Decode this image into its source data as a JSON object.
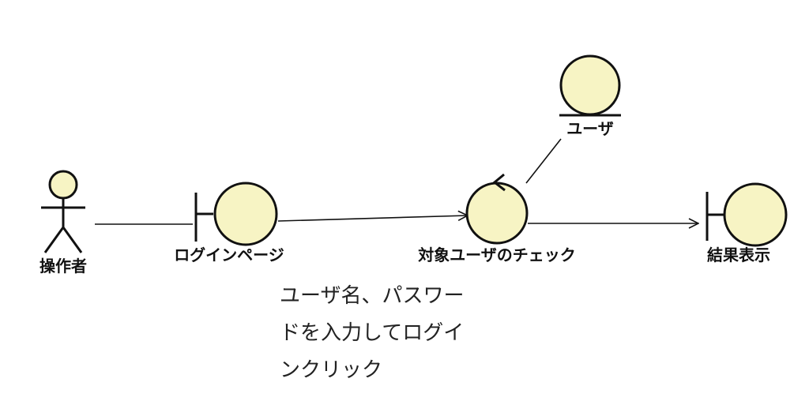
{
  "actor": {
    "label": "操作者"
  },
  "boundary_login": {
    "label": "ログインページ"
  },
  "control_check": {
    "label": "対象ユーザのチェック"
  },
  "entity_user": {
    "label": "ユーザ"
  },
  "boundary_result": {
    "label": "結果表示"
  },
  "note": {
    "lines": [
      "ユーザ名、パスワー",
      "ドを入力してログイ",
      "ンクリック"
    ]
  },
  "colors": {
    "fill": "#f7f4c4",
    "stroke": "#111111"
  },
  "icons": {
    "actor": "stick-figure-icon",
    "boundary": "boundary-icon",
    "control": "control-icon",
    "entity": "entity-icon"
  }
}
